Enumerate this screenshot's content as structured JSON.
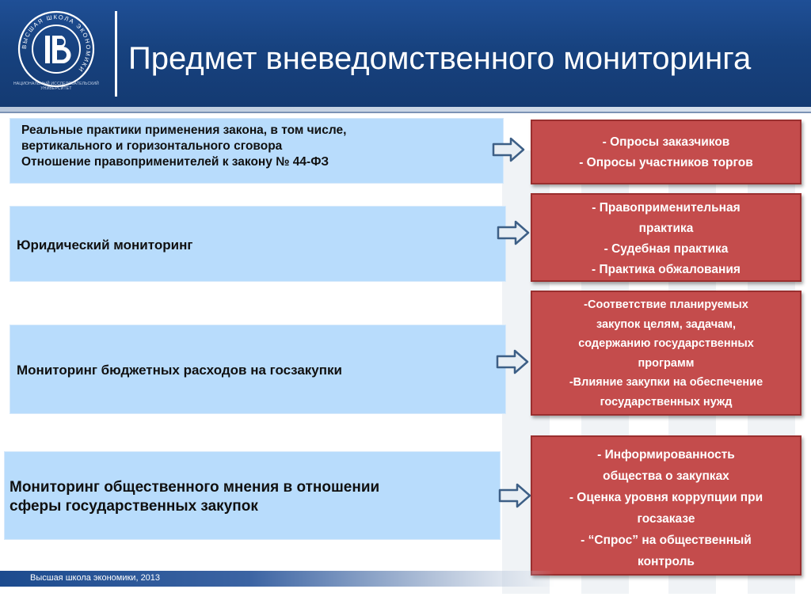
{
  "header": {
    "title": "Предмет вневедомственного мониторинга",
    "logo_caption": "НАЦИОНАЛЬНЫЙ ИССЛЕДОВАТЕЛЬСКИЙ УНИВЕРСИТЕТ",
    "logo_ring_text": "ВЫСШАЯ ШКОЛА ЭКОНОМИКИ"
  },
  "left_boxes": [
    {
      "lines": [
        "Реальные практики применения закона, в том числе,",
        "вертикального и горизонтального сговора",
        "Отношение правоприменителей к закону № 44-ФЗ"
      ]
    },
    {
      "lines": [
        "Юридический мониторинг"
      ]
    },
    {
      "lines": [
        "Мониторинг бюджетных расходов на госзакупки"
      ]
    },
    {
      "lines": [
        "Мониторинг общественного мнения в отношении",
        "сферы государственных закупок"
      ]
    }
  ],
  "right_boxes": [
    {
      "lines": [
        "- Опросы заказчиков",
        "- Опросы участников торгов"
      ]
    },
    {
      "lines": [
        "- Правоприменительная",
        "практика",
        "- Судебная практика",
        "- Практика обжалования"
      ]
    },
    {
      "lines": [
        "-Соответствие планируемых",
        "закупок целям, задачам,",
        "содержанию государственных",
        "программ",
        "-Влияние закупки на обеспечение",
        "государственных нужд"
      ]
    },
    {
      "lines": [
        "- Информированность",
        "общества о закупках",
        "- Оценка уровня коррупции при",
        "госзаказе",
        "- “Спрос” на общественный",
        "контроль"
      ]
    }
  ],
  "footer": {
    "text": "Высшая школа экономики, 2013"
  },
  "colors": {
    "header_blue": "#1a4787",
    "left_box_fill": "#b8dcfc",
    "right_box_fill": "#c44c4c",
    "right_box_border": "#9a2f2f",
    "arrow_fill": "#e8eef4",
    "arrow_stroke": "#3d5f86"
  },
  "icons": {
    "logo": "hse-logo-icon",
    "arrow": "arrow-right-icon"
  }
}
